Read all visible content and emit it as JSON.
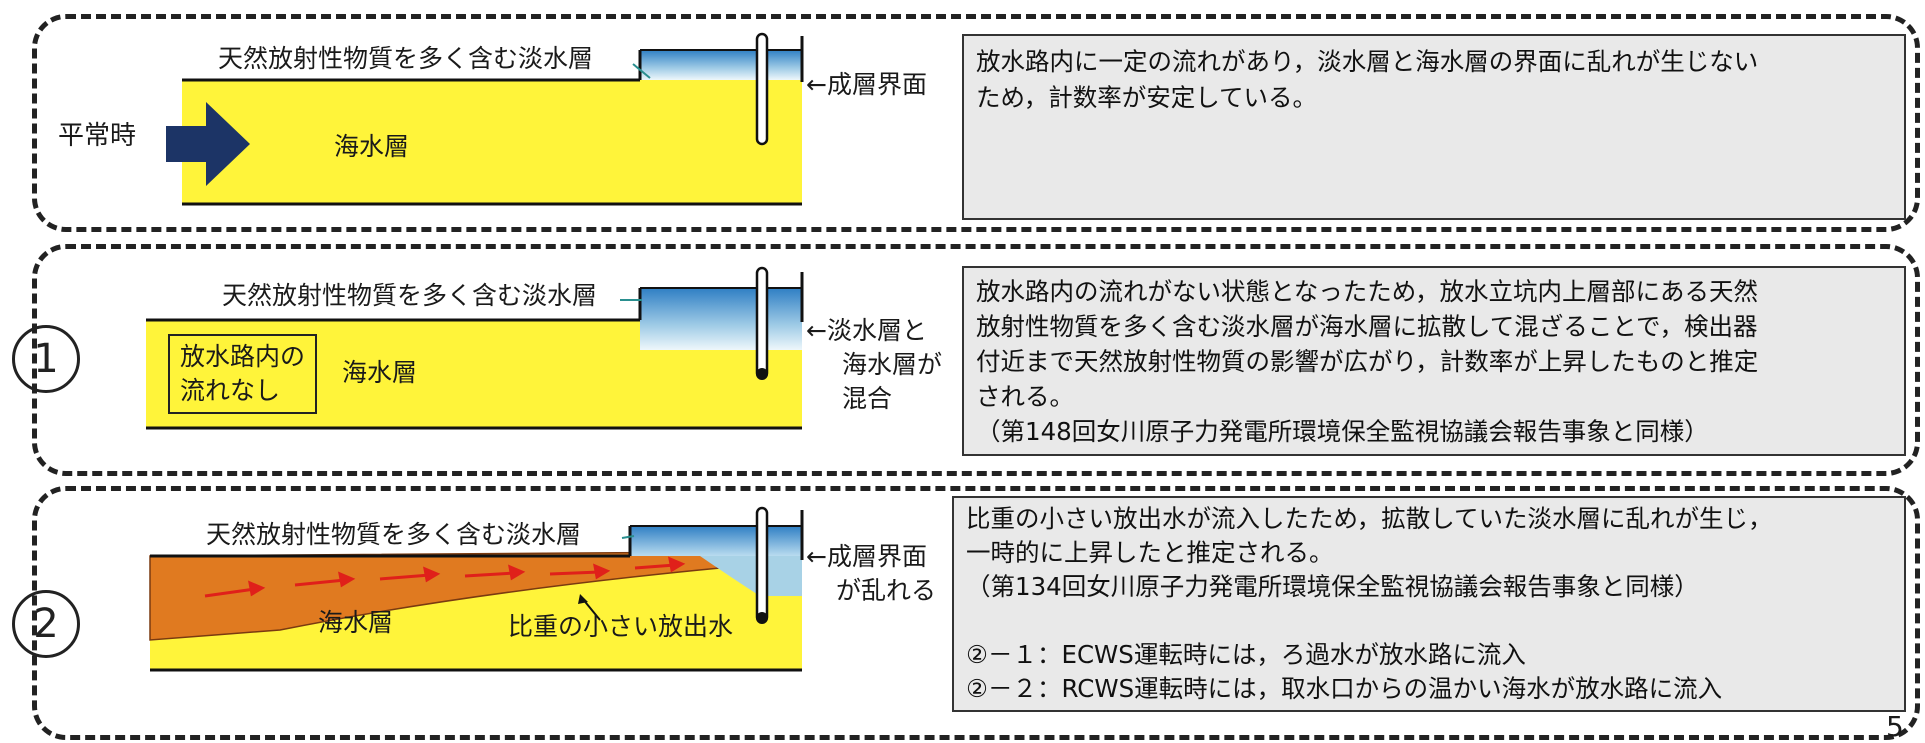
{
  "normal": {
    "state_label": "平常時",
    "freshwater_label": "天然放射性物質を多く含む淡水層",
    "seawater_label": "海水層",
    "interface_label": "←成層界面",
    "description": [
      "放水路内に一定の流れがあり，淡水層と海水層の界面に乱れが生じない",
      "ため，計数率が安定している。"
    ]
  },
  "case1": {
    "number": "1",
    "freshwater_label": "天然放射性物質を多く含む淡水層",
    "no_flow_label": [
      "放水路内の",
      "流れなし"
    ],
    "seawater_label": "海水層",
    "mix_label": [
      "←淡水層と",
      "海水層が",
      "混合"
    ],
    "description": [
      "放水路内の流れがない状態となったため，放水立坑内上層部にある天然",
      "放射性物質を多く含む淡水層が海水層に拡散して混ざることで，検出器",
      "付近まで天然放射性物質の影響が広がり，計数率が上昇したものと推定",
      "される。",
      "（第148回女川原子力発電所環境保全監視協議会報告事象と同様）"
    ]
  },
  "case2": {
    "number": "2",
    "freshwater_label": "天然放射性物質を多く含む淡水層",
    "seawater_label": "海水層",
    "outflow_label": "比重の小さい放出水",
    "interface_label": [
      "←成層界面",
      "が乱れる"
    ],
    "description": [
      "比重の小さい放出水が流入したため，拡散していた淡水層に乱れが生じ，",
      "一時的に上昇したと推定される。",
      "（第134回女川原子力発電所環境保全監視協議会報告事象と同様）",
      "",
      "②－１：ECWS運転時には，ろ過水が放水路に流入",
      "②－２：RCWS運転時には，取水口からの温かい海水が放水路に流入"
    ]
  },
  "page_number": "5",
  "colors": {
    "seawater": "#fff43a",
    "freshwater_top": "#3a86c8",
    "freshwater_bottom": "#d9ecf5",
    "outflow": "#e07a20",
    "arrow_navy": "#1c3466",
    "flow_arrow": "#e0201a",
    "description_bg": "#e9e9e9"
  }
}
